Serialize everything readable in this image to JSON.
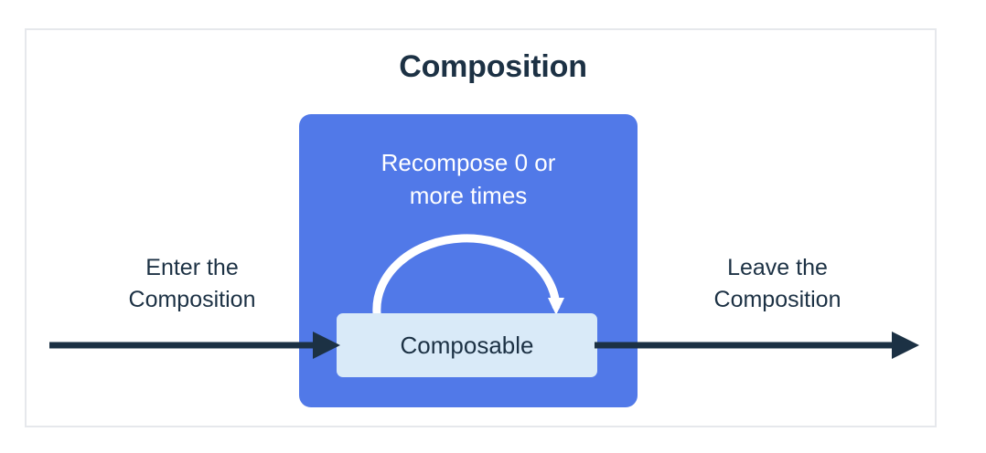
{
  "diagram": {
    "title": "Composition",
    "composition_region": {
      "name": "Composition",
      "fill_color": "#5179e8",
      "recompose_label_line1": "Recompose 0 or",
      "recompose_label_line2": "more times",
      "recompose_label": "Recompose 0 or more times",
      "node": {
        "label": "Composable",
        "fill_color": "#d9eaf8",
        "text_color": "#1c3144"
      }
    },
    "flows": [
      {
        "id": "enter",
        "label_line1": "Enter the",
        "label_line2": "Composition",
        "label": "Enter the Composition",
        "direction": "right"
      },
      {
        "id": "leave",
        "label_line1": "Leave the",
        "label_line2": "Composition",
        "label": "Leave the Composition",
        "direction": "right"
      }
    ],
    "colors": {
      "background": "#ffffff",
      "frame_border": "#e6e8ec",
      "title_text": "#1c3144",
      "accent_blue": "#5179e8",
      "node_fill": "#d9eaf8",
      "arrow_dark": "#1c3144",
      "arc_white": "#ffffff"
    }
  }
}
